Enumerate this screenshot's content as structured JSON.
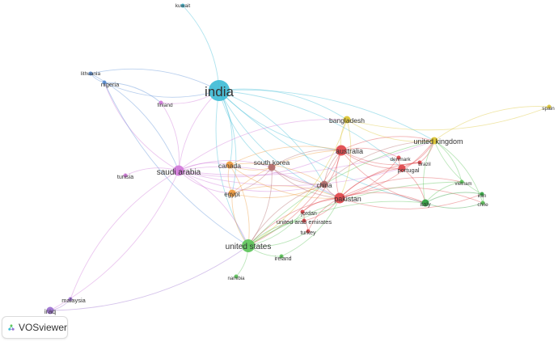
{
  "app": {
    "name": "VOSviewer"
  },
  "colors": {
    "cyan": "#3fbcd6",
    "blue": "#5b8fd6",
    "violet": "#d078d9",
    "red": "#e0454a",
    "orange": "#ef9a3d",
    "green": "#5cc45a",
    "darkgreen": "#2e9e3e",
    "yellow": "#dcc430",
    "purple": "#9a6fcf",
    "brown": "#b26a6a"
  },
  "nodes": [
    {
      "id": "india",
      "label": "india",
      "cluster": "cyan",
      "weight": 5
    },
    {
      "id": "kuwait",
      "label": "kuwait",
      "cluster": "cyan",
      "weight": 1
    },
    {
      "id": "lithuania",
      "label": "lithuania",
      "cluster": "blue",
      "weight": 1
    },
    {
      "id": "nigeria",
      "label": "nigeria",
      "cluster": "blue",
      "weight": 1
    },
    {
      "id": "finland",
      "label": "finland",
      "cluster": "violet",
      "weight": 1
    },
    {
      "id": "saudi-arabia",
      "label": "saudi arabia",
      "cluster": "violet",
      "weight": 3
    },
    {
      "id": "tunisia",
      "label": "tunisia",
      "cluster": "violet",
      "weight": 1
    },
    {
      "id": "canada",
      "label": "canada",
      "cluster": "orange",
      "weight": 2
    },
    {
      "id": "egypt",
      "label": "egypt",
      "cluster": "orange",
      "weight": 2
    },
    {
      "id": "south-korea",
      "label": "south korea",
      "cluster": "brown",
      "weight": 2
    },
    {
      "id": "china",
      "label": "china",
      "cluster": "brown",
      "weight": 2
    },
    {
      "id": "bangladesh",
      "label": "bangladesh",
      "cluster": "yellow",
      "weight": 2
    },
    {
      "id": "australia",
      "label": "australia",
      "cluster": "red",
      "weight": 3
    },
    {
      "id": "pakistan",
      "label": "pakistan",
      "cluster": "red",
      "weight": 3
    },
    {
      "id": "denmark",
      "label": "denmark",
      "cluster": "red",
      "weight": 1
    },
    {
      "id": "portugal",
      "label": "portugal",
      "cluster": "red",
      "weight": 2
    },
    {
      "id": "brazil",
      "label": "brazil",
      "cluster": "red",
      "weight": 1
    },
    {
      "id": "united-kingdom",
      "label": "united kingdom",
      "cluster": "yellow",
      "weight": 2
    },
    {
      "id": "spain",
      "label": "spain",
      "cluster": "yellow",
      "weight": 1
    },
    {
      "id": "vietnam",
      "label": "vietnam",
      "cluster": "green",
      "weight": 1
    },
    {
      "id": "iran",
      "label": "iran",
      "cluster": "darkgreen",
      "weight": 1
    },
    {
      "id": "chile",
      "label": "chile",
      "cluster": "green",
      "weight": 1
    },
    {
      "id": "italy",
      "label": "italy",
      "cluster": "darkgreen",
      "weight": 2
    },
    {
      "id": "jordan",
      "label": "jordan",
      "cluster": "red",
      "weight": 1
    },
    {
      "id": "uae",
      "label": "united arab emirates",
      "cluster": "red",
      "weight": 1
    },
    {
      "id": "turkey",
      "label": "turkey",
      "cluster": "red",
      "weight": 1
    },
    {
      "id": "united-states",
      "label": "united states",
      "cluster": "green",
      "weight": 4
    },
    {
      "id": "ireland",
      "label": "ireland",
      "cluster": "green",
      "weight": 1
    },
    {
      "id": "namibia",
      "label": "namibia",
      "cluster": "green",
      "weight": 1
    },
    {
      "id": "malaysia",
      "label": "malaysia",
      "cluster": "purple",
      "weight": 1
    },
    {
      "id": "iraq",
      "label": "iraq",
      "cluster": "purple",
      "weight": 2
    }
  ],
  "links": [
    [
      "india",
      "kuwait",
      "cyan"
    ],
    [
      "india",
      "nigeria",
      "blue"
    ],
    [
      "india",
      "lithuania",
      "blue"
    ],
    [
      "india",
      "finland",
      "violet"
    ],
    [
      "india",
      "saudi-arabia",
      "violet"
    ],
    [
      "india",
      "canada",
      "cyan"
    ],
    [
      "india",
      "south-korea",
      "cyan"
    ],
    [
      "india",
      "bangladesh",
      "cyan"
    ],
    [
      "india",
      "australia",
      "cyan"
    ],
    [
      "india",
      "united-kingdom",
      "cyan"
    ],
    [
      "india",
      "united-states",
      "cyan"
    ],
    [
      "india",
      "china",
      "cyan"
    ],
    [
      "india",
      "pakistan",
      "cyan"
    ],
    [
      "india",
      "egypt",
      "cyan"
    ],
    [
      "india",
      "italy",
      "cyan"
    ],
    [
      "india",
      "portugal",
      "cyan"
    ],
    [
      "lithuania",
      "nigeria",
      "blue"
    ],
    [
      "lithuania",
      "saudi-arabia",
      "blue"
    ],
    [
      "nigeria",
      "saudi-arabia",
      "violet"
    ],
    [
      "nigeria",
      "finland",
      "blue"
    ],
    [
      "nigeria",
      "united-states",
      "blue"
    ],
    [
      "finland",
      "saudi-arabia",
      "violet"
    ],
    [
      "saudi-arabia",
      "tunisia",
      "violet"
    ],
    [
      "saudi-arabia",
      "canada",
      "violet"
    ],
    [
      "saudi-arabia",
      "egypt",
      "violet"
    ],
    [
      "saudi-arabia",
      "south-korea",
      "violet"
    ],
    [
      "saudi-arabia",
      "australia",
      "violet"
    ],
    [
      "saudi-arabia",
      "pakistan",
      "violet"
    ],
    [
      "saudi-arabia",
      "china",
      "violet"
    ],
    [
      "saudi-arabia",
      "united-states",
      "violet"
    ],
    [
      "saudi-arabia",
      "malaysia",
      "violet"
    ],
    [
      "saudi-arabia",
      "iraq",
      "violet"
    ],
    [
      "saudi-arabia",
      "united-kingdom",
      "violet"
    ],
    [
      "saudi-arabia",
      "bangladesh",
      "violet"
    ],
    [
      "saudi-arabia",
      "portugal",
      "violet"
    ],
    [
      "malaysia",
      "iraq",
      "purple"
    ],
    [
      "iraq",
      "united-states",
      "purple"
    ],
    [
      "canada",
      "australia",
      "orange"
    ],
    [
      "canada",
      "pakistan",
      "orange"
    ],
    [
      "canada",
      "united-states",
      "orange"
    ],
    [
      "canada",
      "egypt",
      "orange"
    ],
    [
      "canada",
      "china",
      "orange"
    ],
    [
      "canada",
      "south-korea",
      "orange"
    ],
    [
      "egypt",
      "pakistan",
      "orange"
    ],
    [
      "egypt",
      "united-states",
      "orange"
    ],
    [
      "egypt",
      "australia",
      "orange"
    ],
    [
      "egypt",
      "china",
      "orange"
    ],
    [
      "south-korea",
      "australia",
      "brown"
    ],
    [
      "south-korea",
      "pakistan",
      "brown"
    ],
    [
      "south-korea",
      "united-states",
      "brown"
    ],
    [
      "south-korea",
      "china",
      "brown"
    ],
    [
      "south-korea",
      "egypt",
      "brown"
    ],
    [
      "china",
      "pakistan",
      "brown"
    ],
    [
      "china",
      "australia",
      "brown"
    ],
    [
      "china",
      "united-states",
      "brown"
    ],
    [
      "china",
      "united-kingdom",
      "brown"
    ],
    [
      "bangladesh",
      "australia",
      "yellow"
    ],
    [
      "bangladesh",
      "pakistan",
      "yellow"
    ],
    [
      "bangladesh",
      "united-kingdom",
      "yellow"
    ],
    [
      "bangladesh",
      "united-states",
      "yellow"
    ],
    [
      "australia",
      "pakistan",
      "red"
    ],
    [
      "australia",
      "united-kingdom",
      "red"
    ],
    [
      "australia",
      "portugal",
      "red"
    ],
    [
      "australia",
      "denmark",
      "red"
    ],
    [
      "australia",
      "brazil",
      "red"
    ],
    [
      "australia",
      "united-states",
      "red"
    ],
    [
      "australia",
      "italy",
      "red"
    ],
    [
      "australia",
      "jordan",
      "red"
    ],
    [
      "pakistan",
      "united-kingdom",
      "red"
    ],
    [
      "pakistan",
      "portugal",
      "red"
    ],
    [
      "pakistan",
      "denmark",
      "red"
    ],
    [
      "pakistan",
      "brazil",
      "red"
    ],
    [
      "pakistan",
      "united-states",
      "red"
    ],
    [
      "pakistan",
      "italy",
      "red"
    ],
    [
      "pakistan",
      "jordan",
      "red"
    ],
    [
      "pakistan",
      "uae",
      "red"
    ],
    [
      "pakistan",
      "turkey",
      "red"
    ],
    [
      "pakistan",
      "vietnam",
      "red"
    ],
    [
      "pakistan",
      "iran",
      "red"
    ],
    [
      "pakistan",
      "chile",
      "red"
    ],
    [
      "denmark",
      "portugal",
      "red"
    ],
    [
      "portugal",
      "brazil",
      "red"
    ],
    [
      "portugal",
      "united-kingdom",
      "red"
    ],
    [
      "portugal",
      "italy",
      "red"
    ],
    [
      "brazil",
      "united-kingdom",
      "red"
    ],
    [
      "united-kingdom",
      "spain",
      "yellow"
    ],
    [
      "united-kingdom",
      "italy",
      "green"
    ],
    [
      "united-kingdom",
      "vietnam",
      "green"
    ],
    [
      "united-kingdom",
      "iran",
      "green"
    ],
    [
      "united-kingdom",
      "chile",
      "green"
    ],
    [
      "united-kingdom",
      "united-states",
      "green"
    ],
    [
      "italy",
      "iran",
      "darkgreen"
    ],
    [
      "italy",
      "chile",
      "darkgreen"
    ],
    [
      "italy",
      "vietnam",
      "green"
    ],
    [
      "italy",
      "united-states",
      "green"
    ],
    [
      "iran",
      "chile",
      "green"
    ],
    [
      "united-states",
      "ireland",
      "green"
    ],
    [
      "united-states",
      "namibia",
      "green"
    ],
    [
      "united-states",
      "turkey",
      "green"
    ],
    [
      "united-states",
      "uae",
      "green"
    ],
    [
      "united-states",
      "jordan",
      "green"
    ],
    [
      "united-states",
      "vietnam",
      "green"
    ],
    [
      "ireland",
      "pakistan",
      "green"
    ],
    [
      "jordan",
      "uae",
      "red"
    ],
    [
      "turkey",
      "uae",
      "red"
    ],
    [
      "spain",
      "bangladesh",
      "yellow"
    ]
  ]
}
